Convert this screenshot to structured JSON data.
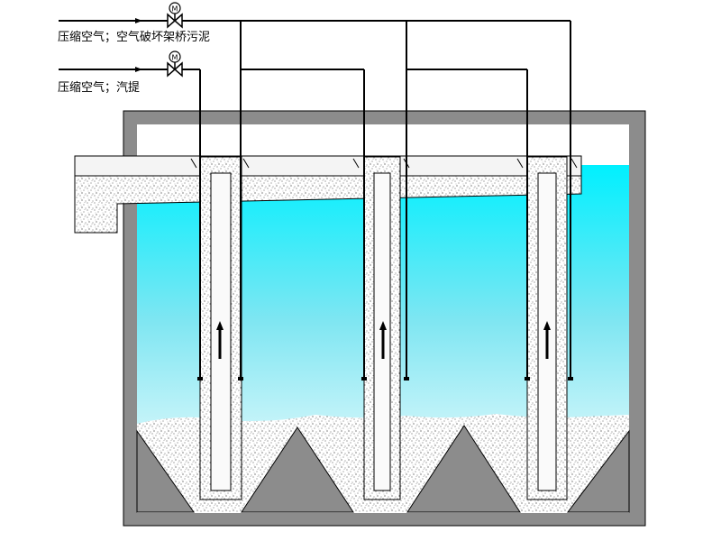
{
  "labels": {
    "air_line_1": "压缩空气；空气破坏架桥污泥",
    "air_line_2": "压缩空气；汽提"
  },
  "icons": {
    "valve_motor_1": "M",
    "valve_motor_2": "M",
    "valve_1": "valve-icon",
    "valve_2": "valve-icon",
    "arrow_up_1": "flow-arrow-up-icon",
    "arrow_up_2": "flow-arrow-up-icon",
    "arrow_up_3": "flow-arrow-up-icon"
  },
  "colors": {
    "tank_wall": "#8c8c8c",
    "water_top": "#00f0ff",
    "water_bottom": "#ffffff",
    "sludge_cone": "#8c8c8c",
    "sludge_speckle": "#ffffff",
    "pipe": "#000000"
  }
}
